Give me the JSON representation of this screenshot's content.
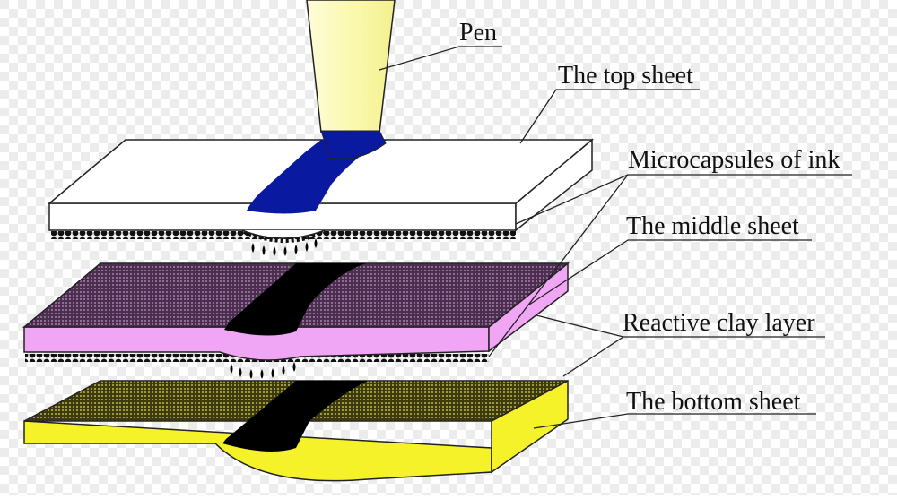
{
  "labels": {
    "pen": "Pen",
    "top_sheet": "The top sheet",
    "microcapsules": "Microcapsules of ink",
    "middle_sheet": "The middle sheet",
    "reactive_clay": "Reactive clay layer",
    "bottom_sheet": "The bottom sheet"
  },
  "colors": {
    "background_checker": "#ececec",
    "pen_body": "#fdfcc3",
    "pen_tip_ink": "#0a1aa0",
    "top_sheet": "#ffffff",
    "middle_sheet_side": "#f0a6f5",
    "middle_sheet_top": "#5a3b5e",
    "bottom_sheet_side": "#f6f22a",
    "bottom_sheet_top": "#4a4812",
    "ink_mark": "#000000",
    "microcapsule": "#111111",
    "outline": "#222222"
  }
}
